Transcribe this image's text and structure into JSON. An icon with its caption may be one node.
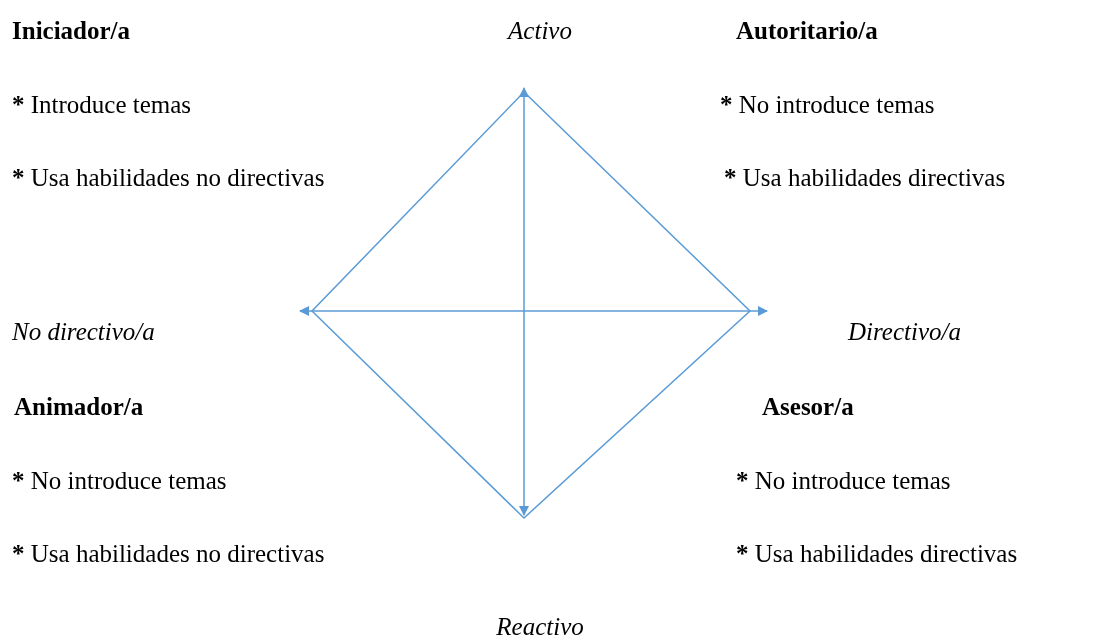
{
  "diagram": {
    "labels": [
      "Iniciador/a",
      "Activo",
      "Autoritario/a",
      "* Introduce temas",
      "* No introduce temas",
      "* Usa habilidades no directivas",
      "* Usa habilidades directivas",
      "No directivo/a",
      "Directivo/a",
      "Animador/a",
      "Asesor/a",
      "* No introduce temas",
      "* No introduce temas",
      "* Usa habilidades no directivas",
      "* Usa habilidades directivas",
      "Reactivo"
    ]
  }
}
